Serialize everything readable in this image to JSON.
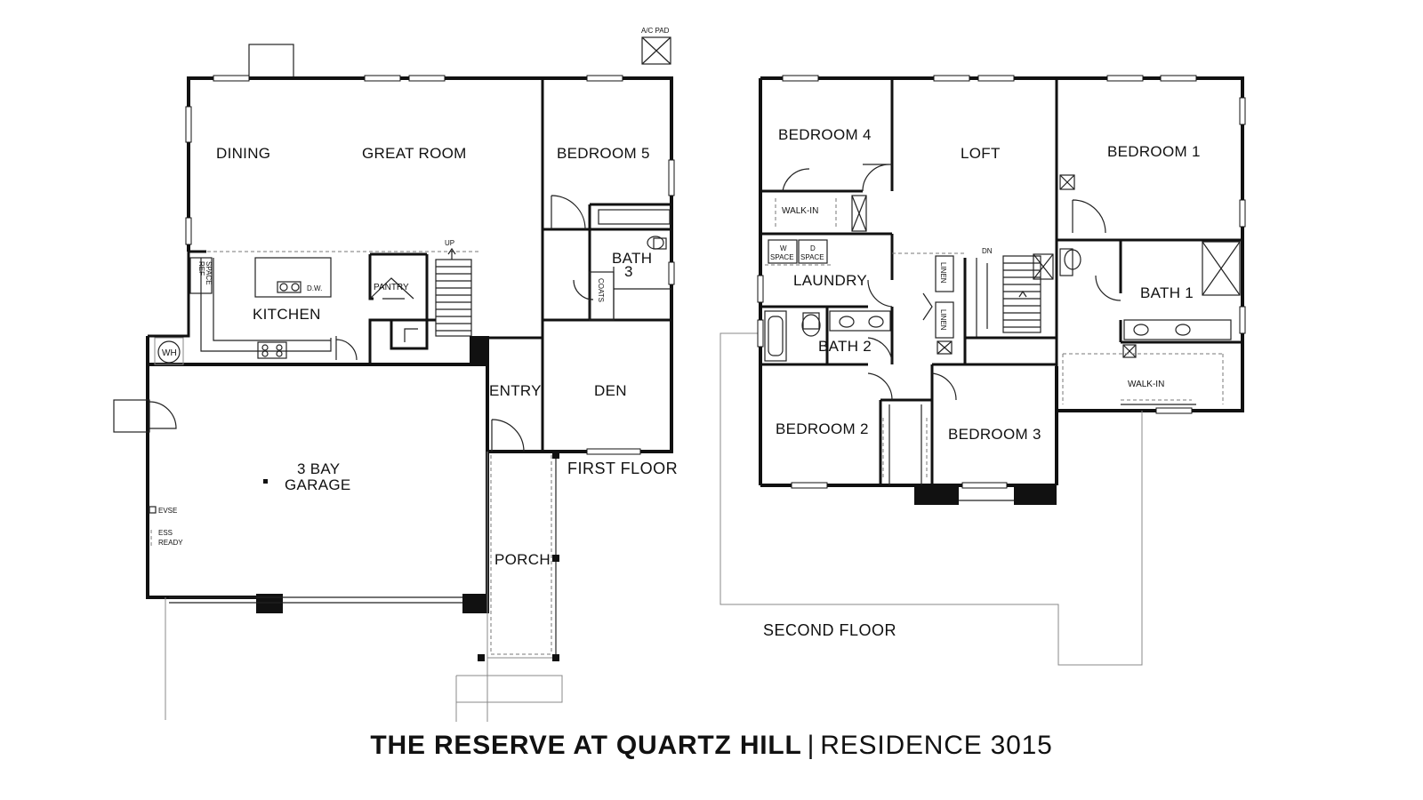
{
  "first_floor": {
    "label": "FIRST FLOOR",
    "rooms": {
      "dining": "DINING",
      "great_room": "GREAT ROOM",
      "bedroom5": "BEDROOM 5",
      "kitchen": "KITCHEN",
      "pantry": "PANTRY",
      "bath3_line1": "BATH",
      "bath3_line2": "3",
      "entry": "ENTRY",
      "den": "DEN",
      "garage_line1": "3 BAY",
      "garage_line2": "GARAGE",
      "porch": "PORCH"
    },
    "fixtures": {
      "ac_pad": "A/C PAD",
      "ref_space_line1": "REF",
      "ref_space_line2": "SPACE",
      "dw": "D.W.",
      "up": "UP",
      "coats": "COATS",
      "wh": "WH",
      "evse": "EVSE",
      "ess_line1": "ESS",
      "ess_line2": "READY"
    }
  },
  "second_floor": {
    "label": "SECOND FLOOR",
    "rooms": {
      "bedroom4": "BEDROOM 4",
      "loft": "LOFT",
      "bedroom1": "BEDROOM 1",
      "walkin_small": "WALK-IN",
      "laundry": "LAUNDRY",
      "bath1": "BATH 1",
      "bath2": "BATH 2",
      "walkin_master": "WALK-IN",
      "bedroom2": "BEDROOM 2",
      "bedroom3": "BEDROOM 3"
    },
    "fixtures": {
      "dn": "DN",
      "w_space_line1": "W",
      "w_space_line2": "SPACE",
      "d_space_line1": "D",
      "d_space_line2": "SPACE",
      "linen_top": "LINEN",
      "linen_bottom": "LINEN"
    }
  },
  "title": {
    "community": "THE RESERVE AT QUARTZ HILL",
    "separator": "|",
    "residence": "RESIDENCE 3015"
  }
}
